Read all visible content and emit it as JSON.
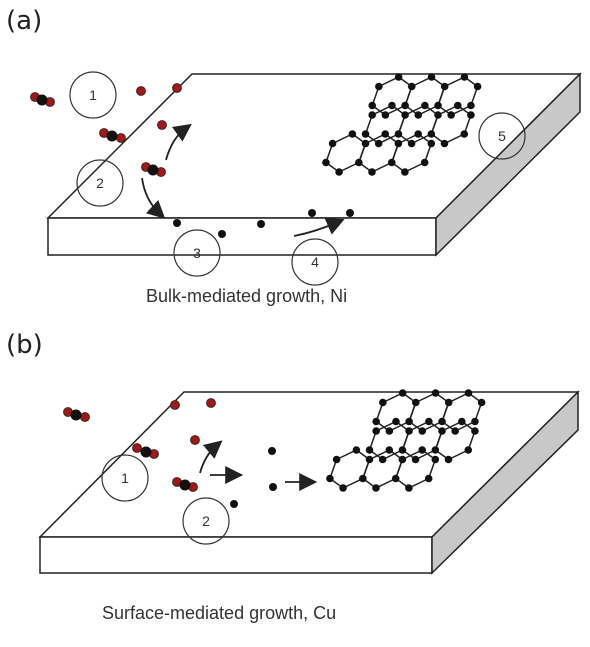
{
  "panel_a": {
    "label": "(a)",
    "caption": "Bulk-mediated growth, Ni",
    "steps": [
      "1",
      "2",
      "3",
      "4",
      "5"
    ]
  },
  "panel_b": {
    "label": "(b)",
    "caption": "Surface-mediated growth, Cu",
    "steps": [
      "1",
      "2"
    ]
  },
  "colors": {
    "carbon": "#111111",
    "oxygen": "#a01818",
    "slab_side": "#c8c8c8",
    "outline": "#222222"
  }
}
